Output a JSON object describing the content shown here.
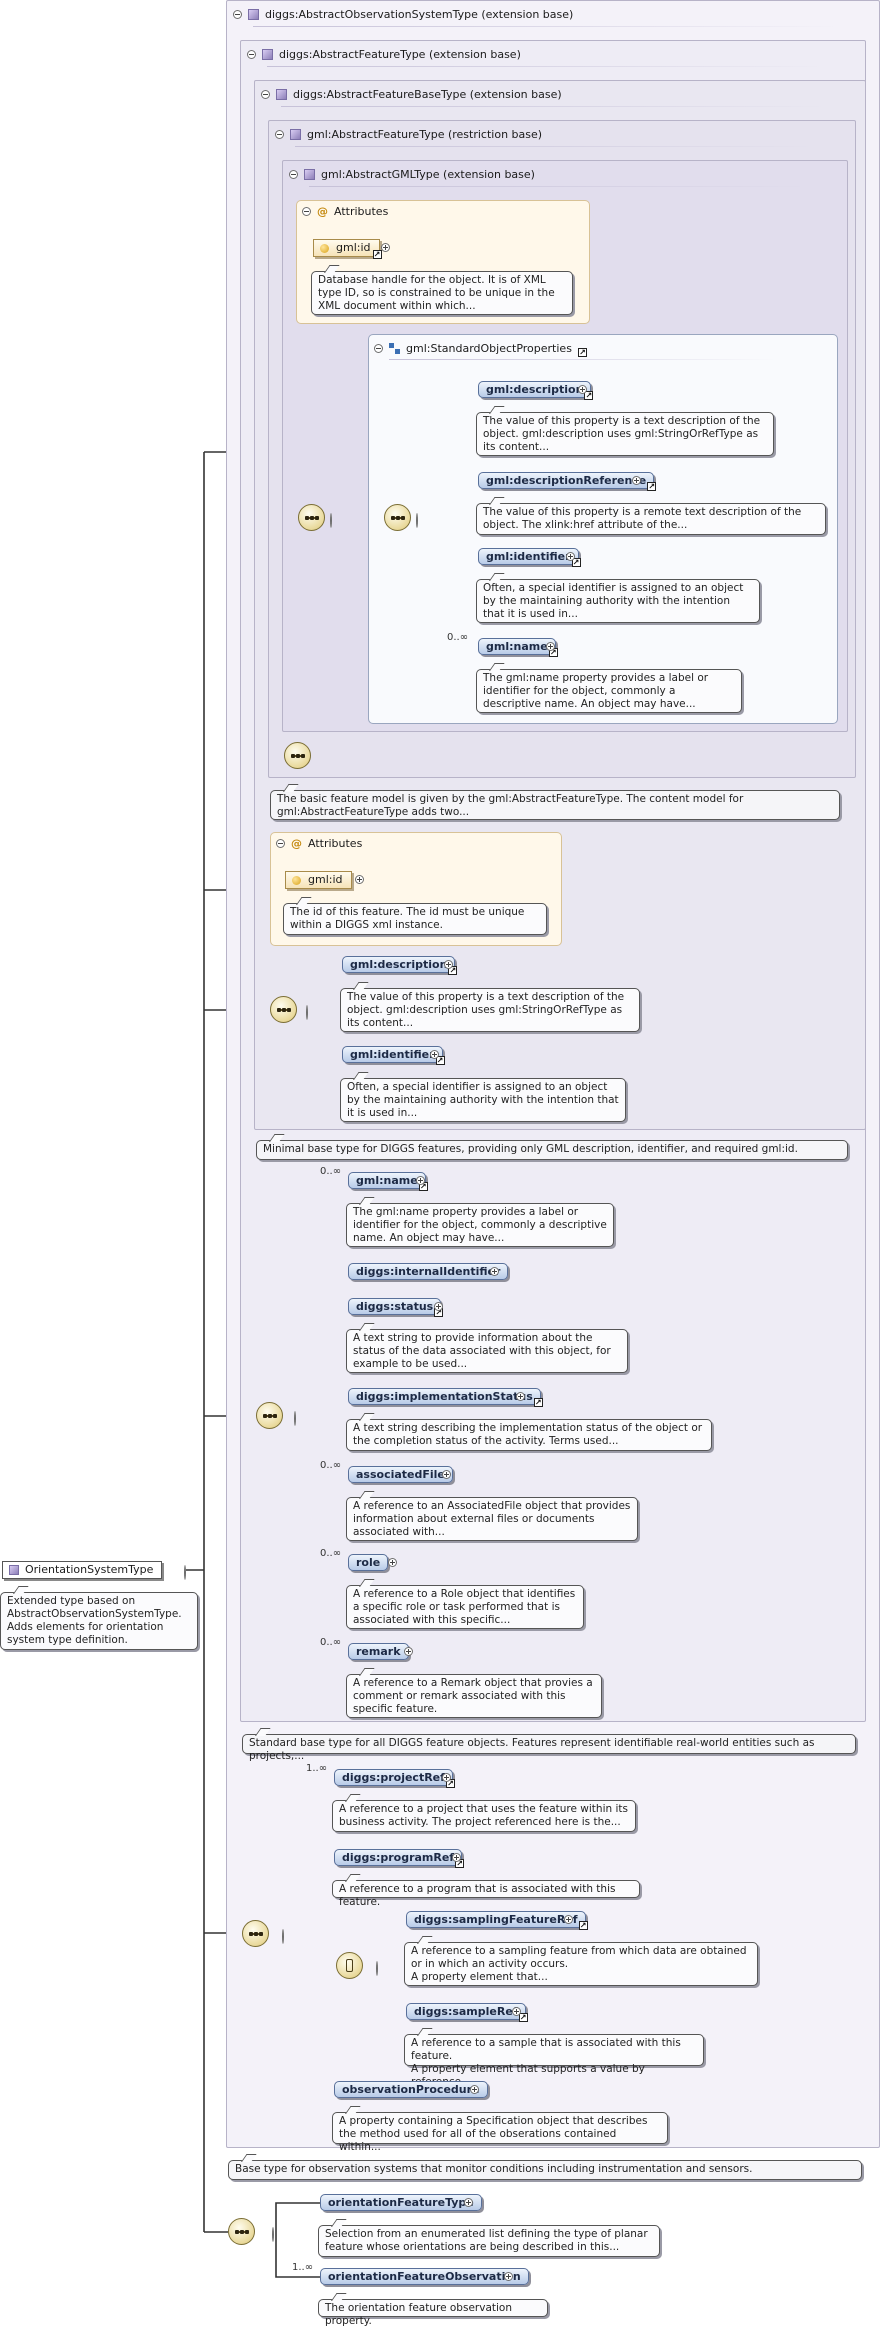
{
  "containers": {
    "obs_system": "diggs:AbstractObservationSystemType (extension base)",
    "feature": "diggs:AbstractFeatureType (extension base)",
    "feature_base": "diggs:AbstractFeatureBaseType (extension base)",
    "gml_feature": "gml:AbstractFeatureType (restriction base)",
    "gml_gml": "gml:AbstractGMLType (extension base)"
  },
  "attributes_label": "Attributes",
  "gml_id_1": {
    "name": "gml:id",
    "doc": "Database handle for the object. It is of XML type ID, so is constrained to be unique in the XML document within which..."
  },
  "std_props": {
    "title": "gml:StandardObjectProperties",
    "items": [
      {
        "name": "gml:description",
        "doc": "The value of this property is a text description of the object. gml:description uses gml:StringOrRefType as its content..."
      },
      {
        "name": "gml:descriptionReference",
        "doc": "The value of this property is a remote text description of the object. The xlink:href attribute of the..."
      },
      {
        "name": "gml:identifier",
        "doc": "Often, a special identifier is assigned to an object by the maintaining authority with the intention that it is used in..."
      },
      {
        "name": "gml:name",
        "card": "0..∞",
        "doc": "The gml:name property provides a label or identifier for the object, commonly a descriptive name. An object may have..."
      }
    ]
  },
  "gml_feature_doc": "The basic feature model is given by the gml:AbstractFeatureType. The content model for gml:AbstractFeatureType adds two...",
  "gml_id_2": {
    "name": "gml:id",
    "doc": "The id of this feature. The id must be unique within a DIGGS xml instance."
  },
  "base_seq": [
    {
      "name": "gml:description",
      "doc": "The value of this property is a text description of the object. gml:description uses gml:StringOrRefType as its content..."
    },
    {
      "name": "gml:identifier",
      "doc": "Often, a special identifier is assigned to an object by the maintaining authority with the intention that it is used in..."
    }
  ],
  "feature_base_doc": "Minimal base type for DIGGS features, providing only GML description, identifier, and required gml:id.",
  "feature_seq": [
    {
      "name": "gml:name",
      "card": "0..∞",
      "doc": "The gml:name property provides a label or identifier for the object, commonly a descriptive name. An object may have..."
    },
    {
      "name": "diggs:internalIdentifier",
      "doc": ""
    },
    {
      "name": "diggs:status",
      "doc": "A text string to provide information about the status of the data associated with this object, for example to be used..."
    },
    {
      "name": "diggs:implementationStatus",
      "doc": "A text string describing the implementation status of the object or the completion status of the activity. Terms used..."
    },
    {
      "name": "associatedFile",
      "card": "0..∞",
      "doc": "A reference to an AssociatedFile object that provides information about external files or documents associated with..."
    },
    {
      "name": "role",
      "card": "0..∞",
      "doc": "A reference to a Role object that identifies a specific role or task performed that is associated with this specific..."
    },
    {
      "name": "remark",
      "card": "0..∞",
      "doc": "A reference to a Remark object that provies a comment or remark associated with this specific feature."
    }
  ],
  "feature_doc": "Standard base type for all DIGGS feature objects. Features represent identifiable real-world entities such as projects,...",
  "obs_seq": {
    "project_ref": {
      "name": "diggs:projectRef",
      "card": "1..∞",
      "doc": "A reference to a project that uses the feature within its business activity. The project referenced here is the..."
    },
    "program_ref": {
      "name": "diggs:programRef",
      "doc": "A reference to a program that is associated with this feature."
    },
    "sampling_ref": {
      "name": "diggs:samplingFeatureRef",
      "doc": "A reference to a sampling feature from which data are obtained or in which an activity occurs.\nA property element that..."
    },
    "sample_ref": {
      "name": "diggs:sampleRef",
      "doc": "A reference to a sample that is associated with this feature.\nA property element that supports a value by reference..."
    },
    "procedure": {
      "name": "observationProcedure",
      "doc": "A property containing a Specification object that describes the method used for all of the obserations contained within..."
    }
  },
  "obs_doc": "Base type for observation systems that monitor conditions including instrumentation and sensors.",
  "orient_seq": {
    "feature_type": {
      "name": "orientationFeatureType",
      "doc": "Selection from an enumerated list defining the type of planar feature whose orientations are being described in this..."
    },
    "observation": {
      "name": "orientationFeatureObservation",
      "card": "1..∞",
      "doc": "The orientation feature observation property."
    }
  },
  "root": {
    "name": "OrientationSystemType",
    "doc": "Extended type based on AbstractObservationSystemType. Adds elements for orientation system type definition."
  }
}
